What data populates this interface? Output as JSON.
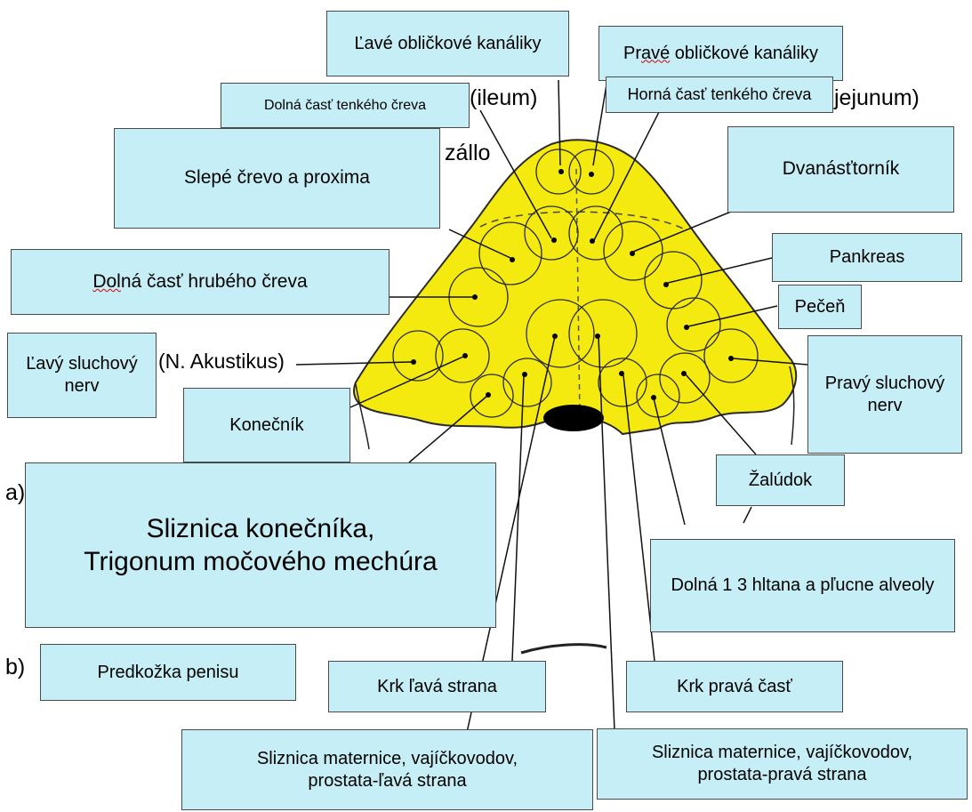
{
  "colors": {
    "organ_fill": "#f5ea10",
    "organ_stroke": "#2a2a2a",
    "label_fill": "#c6eef6",
    "label_border": "#4a4a4a",
    "spellcheck_underline": "#d40000"
  },
  "labels": {
    "left_kidney_tubules": "Ľavé obličkové kanáliky",
    "right_kidney_tubules_pre": "Pr",
    "right_kidney_tubules_mid": "avé",
    "right_kidney_tubules_post": " obličkové kanáliky",
    "lower_small_intestine": "Dolná časť tenkého čreva",
    "upper_small_intestine": "Horná časť tenkého čreva",
    "cecum": "Slepé črevo a proxima",
    "duodenum": "Dvanásťtorník",
    "lower_colon_mid": "Dol",
    "lower_colon_rest": "ná časť hrubého čreva",
    "pancreas": "Pankreas",
    "liver": "Pečeň",
    "left_auditory_nerve": "Ľavý sluchový\nnerv",
    "right_auditory_nerve": "Pravý sluchový\nnerv",
    "rectum": "Konečník",
    "stomach": "Žalúdok",
    "rectal_mucosa": "Sliznica konečníka,\nTrigonum močového mechúra",
    "lower_pharynx_alveoli": "Dolná 1 3 hltana a pľucne alveoly",
    "foreskin": "Predkožka penisu",
    "neck_left": "Krk ľavá strana",
    "neck_right": "Krk pravá časť",
    "mucosa_left": "Sliznica maternice, vajíčkovodov,\nprostata-ľavá strana",
    "mucosa_right": "Sliznica maternice, vajíčkovodov,\nprostata-pravá strana"
  },
  "background_text": {
    "ileum": "(ileum)",
    "jejunum": "jejunum)",
    "zallo": "zállo",
    "n_akustikus": "(N. Akustikus)",
    "label_a": "a)",
    "label_b": "b)"
  }
}
